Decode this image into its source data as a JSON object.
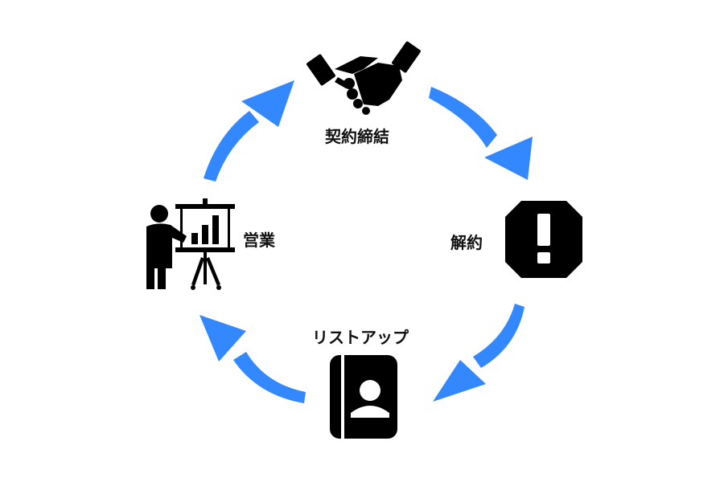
{
  "diagram": {
    "type": "cycle",
    "arrow_color": "#3388ff",
    "icon_color": "#000000",
    "stages": [
      {
        "label": "契約締結",
        "icon": "handshake-icon"
      },
      {
        "label": "解約",
        "icon": "octagon-exclamation-icon"
      },
      {
        "label": "リストアップ",
        "icon": "address-book-icon"
      },
      {
        "label": "営業",
        "icon": "presentation-icon"
      }
    ]
  }
}
